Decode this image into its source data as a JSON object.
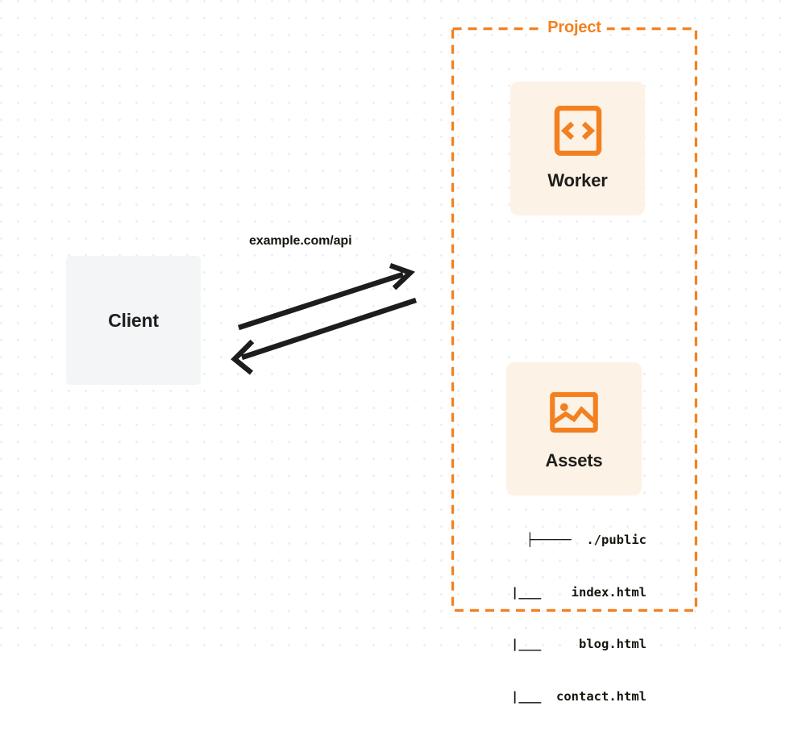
{
  "diagram": {
    "type": "architecture-flow",
    "background": {
      "style": "dot-grid",
      "dot_color": "#eceef0",
      "page_color": "#ffffff"
    },
    "accent_color": "#f38020",
    "text_color": "#16160f"
  },
  "client": {
    "label": "Client",
    "fill": "#f4f5f7"
  },
  "connection": {
    "label": "example.com/api",
    "stroke": "#1d1d1b",
    "request_direction": "client-to-project",
    "response_direction": "project-to-client"
  },
  "project": {
    "title": "Project",
    "border_color": "#f38020",
    "border_style": "dashed",
    "cards": [
      {
        "id": "worker",
        "label": "Worker",
        "icon": "code-brackets-icon",
        "fill": "#fdf2e6",
        "icon_color": "#f38020"
      },
      {
        "id": "assets",
        "label": "Assets",
        "icon": "image-picture-icon",
        "fill": "#fdf2e6",
        "icon_color": "#f38020"
      }
    ],
    "file_tree": {
      "lines": [
        "├─────  ./public",
        "     |___    index.html",
        "     |___     blog.html",
        "     |___  contact.html"
      ],
      "root": "./public",
      "files": [
        "index.html",
        "blog.html",
        "contact.html"
      ]
    }
  }
}
